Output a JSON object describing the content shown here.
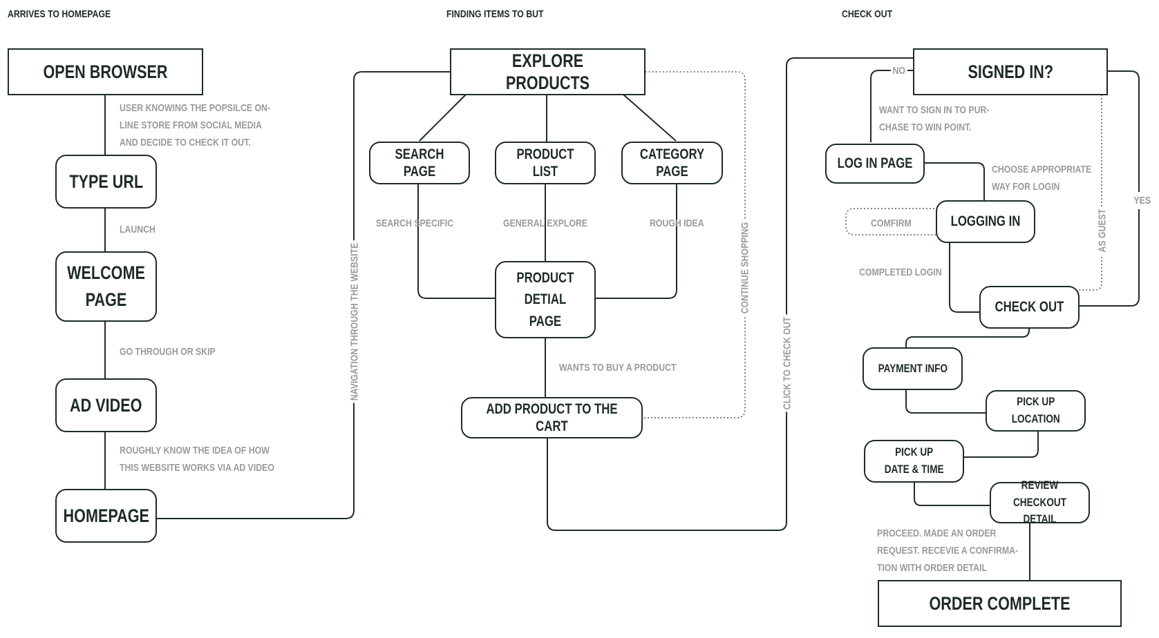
{
  "sections": {
    "arrives": "ARRIVES TO HOMEPAGE",
    "finding": "FINDING ITEMS TO BUT",
    "checkout": "CHECK OUT"
  },
  "nodes": {
    "open_browser": "OPEN BROWSER",
    "type_url": "TYPE URL",
    "welcome_page": "WELCOME\nPAGE",
    "ad_video": "AD VIDEO",
    "homepage": "HOMEPAGE",
    "explore_products": "EXPLORE PRODUCTS",
    "search_page": "SEARCH PAGE",
    "product_list": "PRODUCT LIST",
    "category_page": "CATEGORY PAGE",
    "product_detail_page": "PRODUCT\nDETIAL\nPAGE",
    "add_to_cart": "ADD PRODUCT TO THE CART",
    "signed_in": "SIGNED IN?",
    "log_in_page": "LOG IN PAGE",
    "logging_in": "LOGGING IN",
    "check_out": "CHECK OUT",
    "payment_info": "PAYMENT INFO",
    "pick_up_location": "PICK UP\nLOCATION",
    "pick_up_date_time": "PICK UP\nDATE & TIME",
    "review_checkout_detail": "REVIEW\nCHECKOUT DETAIL",
    "order_complete": "ORDER COMPLETE"
  },
  "labels": {
    "user_knowing": "USER KNOWING THE POPSILCE ON-\nLINE STORE FROM SOCIAL MEDIA\nAND DECIDE TO CHECK IT OUT.",
    "launch": "LAUNCH",
    "go_through": "GO THROUGH OR SKIP",
    "roughly_know": "ROUGHLY KNOW THE IDEA OF HOW\nTHIS WEBSITE WORKS VIA AD VIDEO",
    "navigation": "NAVIGATION THROUGH THE WEBSITE",
    "search_specific": "SEARCH SPECIFIC",
    "general_explore": "GENERAL EXPLORE",
    "rough_idea": "ROUGH IDEA",
    "wants_to_buy": "WANTS TO BUY A PRODUCT",
    "continue_shopping": "CONTINUE SHOPPING",
    "click_to_check_out": "CLICK TO CHECK OUT",
    "no": "NO",
    "want_to_sign_in": "WANT TO SIGN IN TO PUR-\nCHASE TO WIN POINT.",
    "choose_appropriate": "CHOOSE APPROPRIATE\nWAY FOR LOGIN",
    "comfirm": "COMFIRM",
    "completed_login": "COMPLETED LOGIN",
    "as_guest": "AS GUEST",
    "yes": "YES",
    "proceed": "PROCEED. MADE AN ORDER\nREQUEST. RECEVIE A CONFIRMA-\nTION WITH ORDER DETAIL"
  },
  "colors": {
    "ink": "#1e2b24",
    "label": "#9a9a9a",
    "background": "#ffffff"
  }
}
